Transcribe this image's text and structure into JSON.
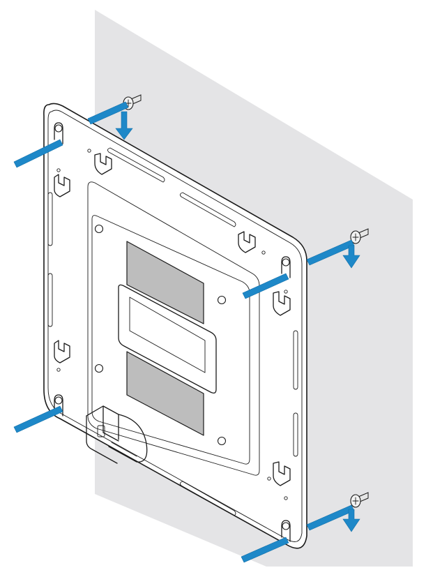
{
  "colors": {
    "wall": "#e4e4e6",
    "arrow": "#1e88c8",
    "arrow_edge": "#0f6ea8",
    "outline": "#1a1a1a",
    "window_fill": "#bdbdbd",
    "plate": "#ffffff"
  },
  "components": {
    "wall": "wall-surface",
    "plate": "mounting-plate",
    "screws": [
      "screw-top-left",
      "screw-middle-right",
      "screw-bottom-right"
    ],
    "arrows": [
      "push-arrow",
      "turn-arrow"
    ]
  }
}
